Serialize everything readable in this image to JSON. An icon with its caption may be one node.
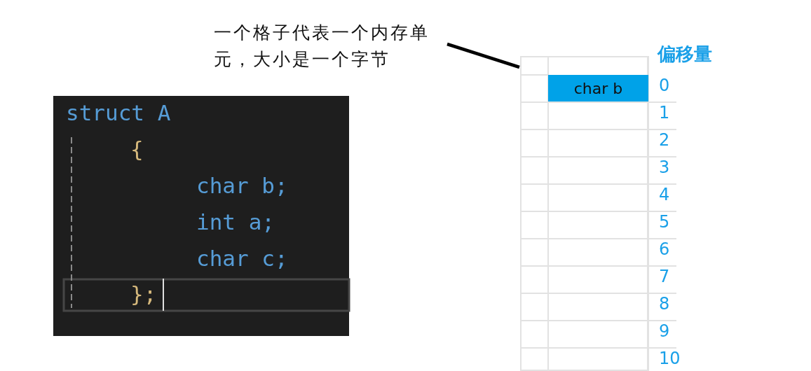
{
  "diagram": {
    "nodes": [
      {
        "text": [
          "一个格子代表一个内存单元，大小是一个字节"
        ]
      },
      {
        "text": [],
        "shape": "box"
      },
      {
        "text": [
          "char b"
        ],
        "in": 1
      }
    ],
    "edges": [
      {
        "from": 0,
        "to": 1,
        "arrow": "none"
      }
    ],
    "labels": [
      "struct A",
      "{",
      "char b;",
      "int a;",
      "char c;",
      "};",
      "偏移量",
      "0",
      "1",
      "2",
      "3",
      "4",
      "5",
      "6",
      "7",
      "8",
      "9",
      "10"
    ]
  }
}
